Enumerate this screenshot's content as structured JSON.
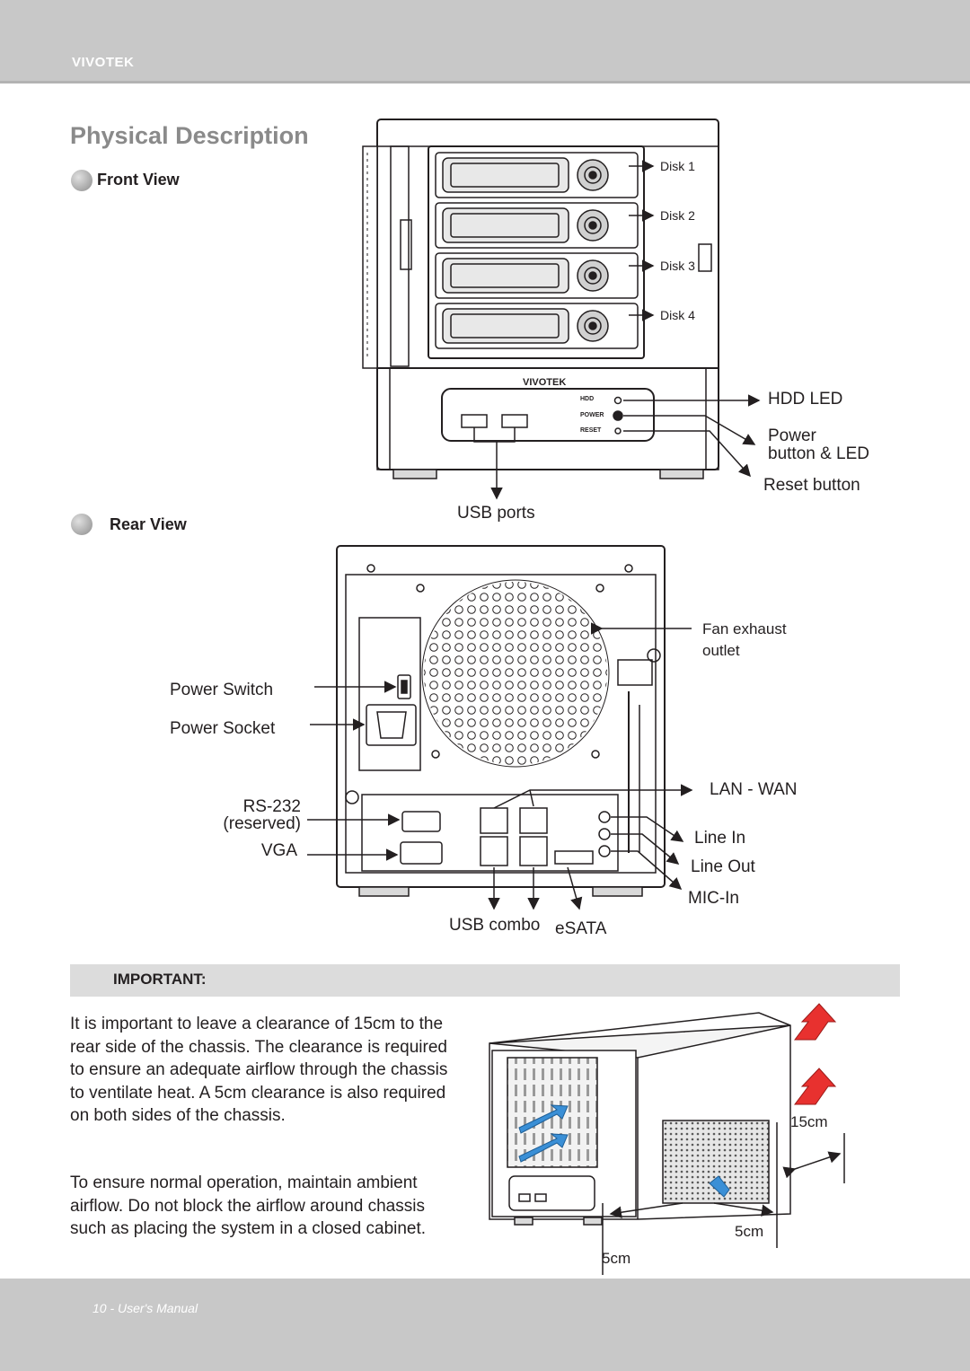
{
  "header": {
    "brand": "VIVOTEK"
  },
  "page_title": "Physical Description",
  "front_view": {
    "heading": "Front View",
    "disk_labels": [
      "Disk 1",
      "Disk 2",
      "Disk 3",
      "Disk 4"
    ],
    "panel_labels": [
      "HDD",
      "POWER",
      "RESET"
    ],
    "logo": "VIVOTEK",
    "callouts": {
      "hdd_led": "HDD LED",
      "power_line1": "Power",
      "power_line2": "button & LED",
      "reset": "Reset button",
      "usb": "USB ports"
    }
  },
  "rear_view": {
    "heading": "Rear View",
    "callouts": {
      "fan_line1": "Fan exhaust",
      "fan_line2": "outlet",
      "power_switch": "Power Switch",
      "power_socket": "Power Socket",
      "rs232_line1": "RS-232",
      "rs232_line2": "(reserved)",
      "vga": "VGA",
      "lan_wan": "LAN -  WAN",
      "line_in": "Line In",
      "line_out": "Line Out",
      "mic_in": "MIC-In",
      "usb_combo": "USB combo",
      "esata": "eSATA"
    }
  },
  "important": {
    "heading": "IMPORTANT:",
    "paragraph1": "It is important to leave a clearance of 15cm to the rear side of the chassis. The clearance is required to ensure an adequate airflow through the chassis to ventilate heat. A 5cm clearance is also required on both sides of the chassis.",
    "paragraph2": "To ensure normal operation, maintain ambient airflow. Do not block the airflow around chassis such as placing the system in a closed cabinet.",
    "clearance_labels": {
      "rear": "15cm",
      "side_right": "5cm",
      "side_left": "5cm"
    }
  },
  "footer": {
    "page": "10 - User's Manual"
  },
  "colors": {
    "arrow_red": "#e8312f",
    "arrow_blue": "#3a8fd6",
    "bars": "#c8c8c8"
  }
}
